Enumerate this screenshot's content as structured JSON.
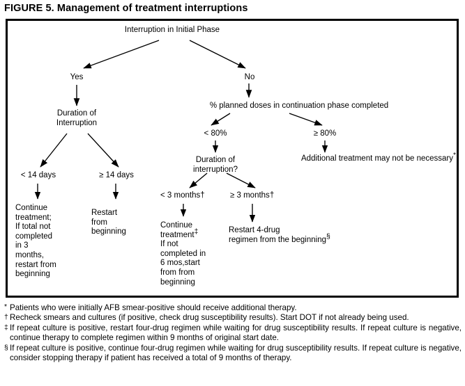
{
  "figure": {
    "title": "FIGURE 5. Management of treatment interruptions"
  },
  "chart_data": {
    "type": "diagram",
    "title": "Management of treatment interruptions",
    "diagram_kind": "decision-flowchart",
    "root": "Interruption in Initial Phase",
    "nodes": [
      {
        "id": "root",
        "label": "Interruption in Initial Phase"
      },
      {
        "id": "yes",
        "label": "Yes"
      },
      {
        "id": "no",
        "label": "No"
      },
      {
        "id": "duration-init",
        "label": "Duration of\nInterruption"
      },
      {
        "id": "lt14",
        "label": "< 14 days"
      },
      {
        "id": "ge14",
        "label": "≥ 14 days"
      },
      {
        "id": "continue-3mo",
        "label": "Continue\ntreatment;\nIf total not\ncompleted\nin 3\nmonths,\nrestart from\nbeginning"
      },
      {
        "id": "restart-begin",
        "label": "Restart\nfrom\nbeginning"
      },
      {
        "id": "pct-planned",
        "label": "% planned doses in continuation phase completed"
      },
      {
        "id": "lt80",
        "label": "< 80%"
      },
      {
        "id": "ge80",
        "label": "≥ 80%"
      },
      {
        "id": "duration-cont",
        "label": "Duration of\ninterruption?"
      },
      {
        "id": "addl-not-nec",
        "label": "Additional treatment may not be necessary",
        "superscript": "*"
      },
      {
        "id": "lt3mo",
        "label": "< 3 months",
        "superscript": "†"
      },
      {
        "id": "ge3mo",
        "label": "≥ 3 months",
        "superscript": "†"
      },
      {
        "id": "continue-6mo",
        "label": "Continue\ntreatment",
        "superscript": "‡",
        "label_rest": "If not\ncompleted in\n6 mos,start\nfrom from\nbeginning"
      },
      {
        "id": "restart-4drug",
        "label": "Restart 4-drug\nregimen from the beginning",
        "superscript": "§"
      }
    ],
    "edges": [
      {
        "from": "root",
        "to": "yes",
        "label": ""
      },
      {
        "from": "root",
        "to": "no",
        "label": ""
      },
      {
        "from": "yes",
        "to": "duration-init",
        "label": ""
      },
      {
        "from": "duration-init",
        "to": "lt14",
        "label": ""
      },
      {
        "from": "duration-init",
        "to": "ge14",
        "label": ""
      },
      {
        "from": "lt14",
        "to": "continue-3mo",
        "label": ""
      },
      {
        "from": "ge14",
        "to": "restart-begin",
        "label": ""
      },
      {
        "from": "no",
        "to": "pct-planned",
        "label": ""
      },
      {
        "from": "pct-planned",
        "to": "lt80",
        "label": ""
      },
      {
        "from": "pct-planned",
        "to": "ge80",
        "label": ""
      },
      {
        "from": "lt80",
        "to": "duration-cont",
        "label": ""
      },
      {
        "from": "ge80",
        "to": "addl-not-nec",
        "label": ""
      },
      {
        "from": "duration-cont",
        "to": "lt3mo",
        "label": ""
      },
      {
        "from": "duration-cont",
        "to": "ge3mo",
        "label": ""
      },
      {
        "from": "lt3mo",
        "to": "continue-6mo",
        "label": ""
      },
      {
        "from": "ge3mo",
        "to": "restart-4drug",
        "label": ""
      }
    ]
  },
  "flow": {
    "root": "Interruption in Initial Phase",
    "yes": "Yes",
    "no": "No",
    "duration_initial": "Duration of\nInterruption",
    "lt_14_days": "< 14 days",
    "ge_14_days": "≥ 14 days",
    "continue_treatment_3mo": "Continue\ntreatment;\nIf total not\ncompleted\nin 3\nmonths,\nrestart from\nbeginning",
    "restart_from_beginning": "Restart\nfrom\nbeginning",
    "pct_planned_doses": "% planned doses in continuation phase completed",
    "lt_80_pct": "< 80%",
    "ge_80_pct": "≥ 80%",
    "duration_continuation": "Duration of\ninterruption?",
    "additional_treatment": "Additional treatment may not be necessary",
    "additional_treatment_mark": "*",
    "lt_3_months": "< 3 months",
    "lt_3_months_mark": "†",
    "ge_3_months": "≥ 3 months",
    "ge_3_months_mark": "†",
    "continue_treatment_head": "Continue\ntreatment",
    "continue_treatment_mark": "‡",
    "continue_treatment_rest": "If not\ncompleted in\n6 mos,start\nfrom from\nbeginning",
    "restart_4drug": "Restart 4-drug\nregimen from the beginning",
    "restart_4drug_mark": "§"
  },
  "footnotes": [
    {
      "mark": "*",
      "text": "Patients who were initially AFB smear-positive should receive additional therapy."
    },
    {
      "mark": "†",
      "text": "Recheck smears and cultures (if positive, check drug susceptibility results). Start DOT if not already being used."
    },
    {
      "mark": "‡",
      "text": "If repeat culture is positive, restart four-drug regimen while waiting for drug susceptibility results. If repeat culture is negative, continue therapy to complete regimen within 9 months of original start date."
    },
    {
      "mark": "§",
      "text": "If repeat culture is positive, continue four-drug regimen while waiting for drug susceptibility results. If repeat culture is negative, consider stopping therapy if patient has received a total of 9 months of therapy."
    }
  ],
  "colors": {
    "ink": "#000000",
    "paper": "#ffffff",
    "frame": "#000000"
  }
}
